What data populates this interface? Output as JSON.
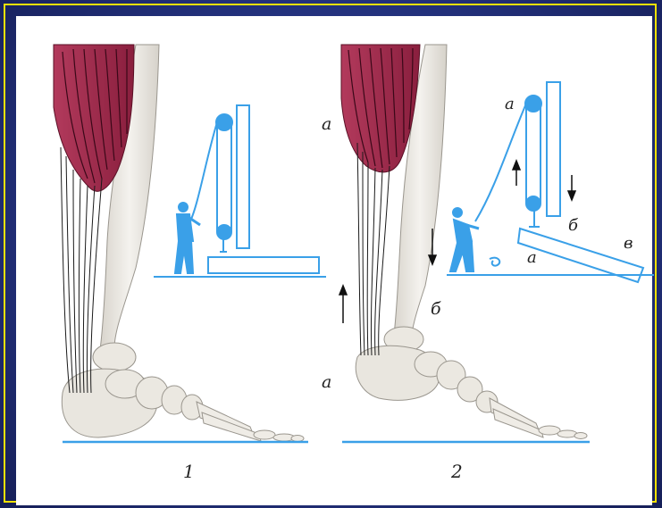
{
  "figure": {
    "left_caption": "1",
    "right_caption": "2"
  },
  "labels": {
    "muscle_a": "а",
    "heel_a": "а",
    "bone_b": "б",
    "pulley_a": "а",
    "lever_b": "б",
    "lever_a": "а",
    "lever_v": "в"
  },
  "colors": {
    "frame_blue": "#2a3580",
    "frame_border": "#f2e100",
    "muscle": "#9c2a4a",
    "bone": "#ece9e2",
    "schematic": "#3aa0e8",
    "ground": "#3aa0e8"
  }
}
